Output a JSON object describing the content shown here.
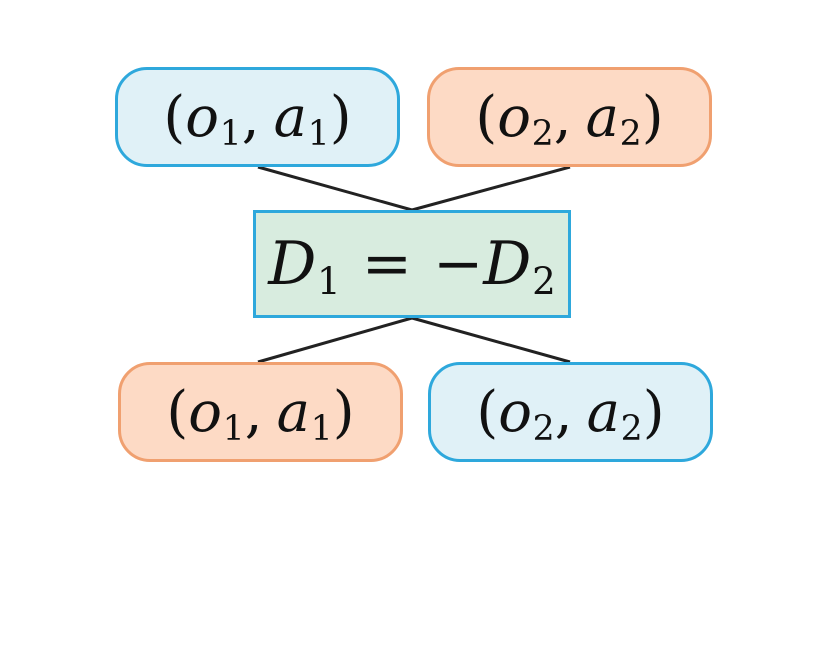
{
  "diagram": {
    "nodes": [
      {
        "id": "top-left",
        "group": "top",
        "color": "blue",
        "prefix": "o",
        "prefix_sub": "1",
        "suffix": "a",
        "suffix_sub": "1"
      },
      {
        "id": "top-right",
        "group": "top",
        "color": "orange",
        "prefix": "o",
        "prefix_sub": "2",
        "suffix": "a",
        "suffix_sub": "2"
      },
      {
        "id": "bottom-left",
        "group": "bottom",
        "color": "orange",
        "prefix": "o",
        "prefix_sub": "1",
        "suffix": "a",
        "suffix_sub": "1"
      },
      {
        "id": "bottom-right",
        "group": "bottom",
        "color": "blue",
        "prefix": "o",
        "prefix_sub": "2",
        "suffix": "a",
        "suffix_sub": "2"
      }
    ],
    "center": {
      "lhs": "D",
      "lhs_sub": "1",
      "operator": "=",
      "negation": "−",
      "rhs": "D",
      "rhs_sub": "2"
    },
    "punctuation": {
      "open": "(",
      "comma": ",",
      "close": ")"
    },
    "colors": {
      "blue_fill": "#e0f1f7",
      "blue_border": "#2ea8dc",
      "orange_fill": "#fddac5",
      "orange_border": "#f0a070",
      "center_fill": "#d8ecdf",
      "center_border": "#2ea8dc",
      "line": "#222222"
    }
  }
}
